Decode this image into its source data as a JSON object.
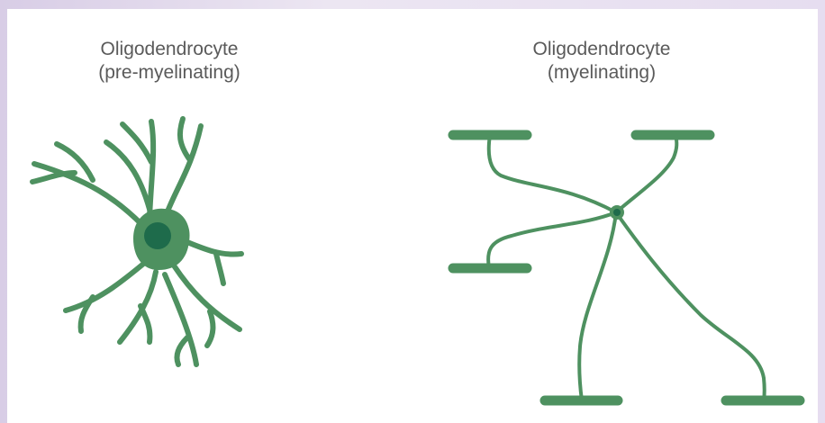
{
  "cells": {
    "pre_myelinating": {
      "title": "Oligodendrocyte",
      "subtitle": "(pre-myelinating)"
    },
    "myelinating": {
      "title": "Oligodendrocyte",
      "subtitle": "(myelinating)"
    }
  },
  "colors": {
    "process": "#4e9160",
    "nucleus": "#1e6b4b",
    "body_light": "#5d9a6b",
    "frame_bg": "#e6ddf0"
  }
}
